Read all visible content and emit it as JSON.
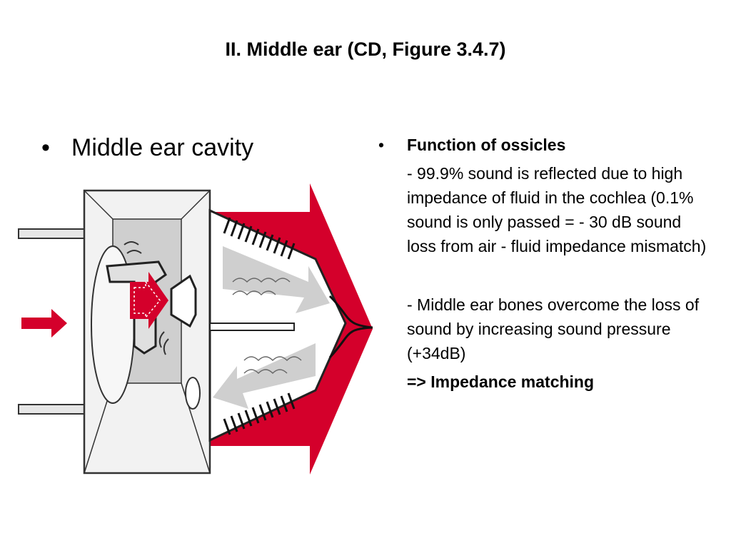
{
  "slide": {
    "title": "II. Middle ear (CD, Figure 3.4.7)",
    "left_bullet": {
      "marker": "•",
      "text": "Middle ear cavity"
    },
    "right_column": {
      "marker": "•",
      "heading": "Function of ossicles",
      "point1": "-  99.9% sound is reflected due to high impedance of fluid in the cochlea  (0.1% sound is only passed = - 30 dB sound loss from air - fluid impedance mismatch)",
      "point2": "-  Middle ear bones overcome the loss of sound by increasing sound pressure (+34dB)",
      "conclusion": "=> Impedance matching"
    }
  },
  "colors": {
    "accent_red": "#d4002b",
    "diagram_gray": "#cfcfcf",
    "outline": "#222222"
  }
}
